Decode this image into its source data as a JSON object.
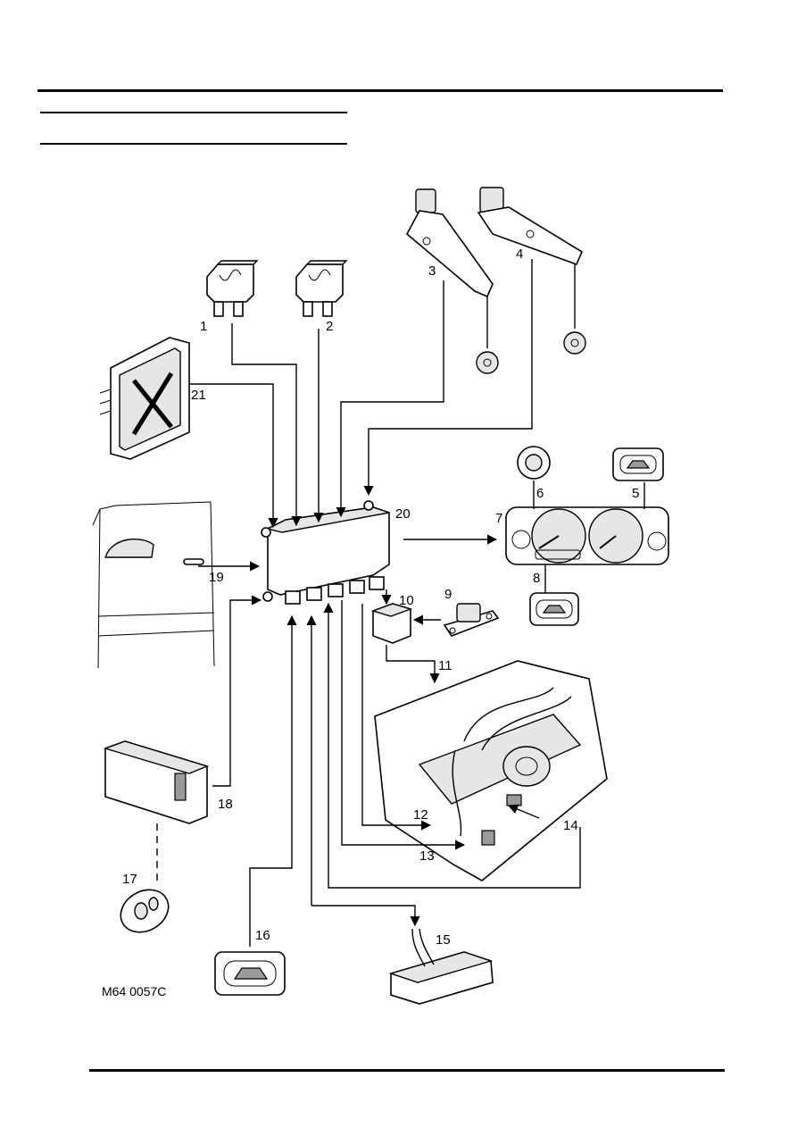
{
  "figure_code": "M64 0057C",
  "callouts": [
    "1",
    "2",
    "3",
    "4",
    "5",
    "6",
    "7",
    "8",
    "9",
    "10",
    "11",
    "12",
    "13",
    "14",
    "15",
    "16",
    "17",
    "18",
    "19",
    "20",
    "21"
  ],
  "icons": {
    "fuse": "fuse-icon",
    "height_sensor": "height-sensor-icon",
    "ecu": "ecu-module-icon",
    "control_unit": "control-unit-icon",
    "speaker": "speaker-icon",
    "switch": "vehicle-switch-icon",
    "instrument_pack": "instrument-pack-icon",
    "relay": "relay-icon",
    "compressor": "air-compressor-icon",
    "connector": "diagnostic-connector-icon",
    "remote": "remote-key-fob-icon",
    "door": "vehicle-door-icon"
  }
}
